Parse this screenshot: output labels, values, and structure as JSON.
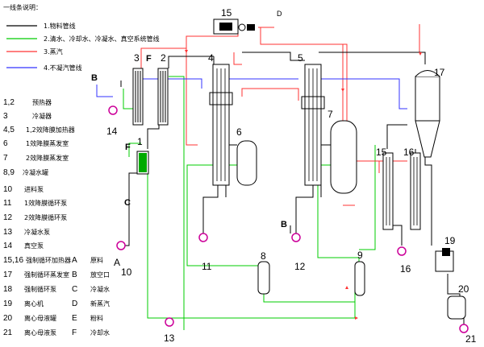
{
  "legend": {
    "title": "一线条说明：",
    "lines": [
      {
        "label": "1.物料管线",
        "color": "#000000"
      },
      {
        "label": "2.清水、冷却水、冷凝水、真空系统管线",
        "color": "#00cc00"
      },
      {
        "label": "3.蒸汽",
        "color": "#ff3333"
      },
      {
        "label": "4.不凝汽管线",
        "color": "#3333ff"
      }
    ]
  },
  "equipment_legend": [
    {
      "id": "1,2",
      "label": "预热器"
    },
    {
      "id": "3",
      "label": "冷凝器"
    },
    {
      "id": "4,5",
      "label": "1,2效降膜加热器"
    },
    {
      "id": "6",
      "label": "1效降膜蒸发室"
    },
    {
      "id": "7",
      "label": "2效降膜蒸发室"
    },
    {
      "id": "8,9",
      "label": "冷凝水罐"
    },
    {
      "id": "10",
      "label": "进料泵"
    },
    {
      "id": "11",
      "label": "1效降膜循环泵"
    },
    {
      "id": "12",
      "label": "2效降膜循环泵"
    },
    {
      "id": "13",
      "label": "冷凝水泵"
    },
    {
      "id": "14",
      "label": "真空泵"
    },
    {
      "id": "15,16",
      "label": "强制循环加热器"
    },
    {
      "id": "17",
      "label": "强制循环蒸发室"
    },
    {
      "id": "18",
      "label": "强制循环泵"
    },
    {
      "id": "19",
      "label": "离心机"
    },
    {
      "id": "20",
      "label": "离心母液罐"
    },
    {
      "id": "21",
      "label": "离心母液泵"
    }
  ],
  "stream_legend": [
    {
      "id": "A",
      "label": "原料"
    },
    {
      "id": "B",
      "label": "放空口"
    },
    {
      "id": "C",
      "label": "冷凝水"
    },
    {
      "id": "D",
      "label": "新蒸汽"
    },
    {
      "id": "E",
      "label": "粉料"
    },
    {
      "id": "F",
      "label": "冷却水"
    }
  ],
  "diagram_labels": {
    "n1": "1",
    "n2": "2",
    "n3": "3",
    "n4": "4",
    "n5": "5",
    "n6": "6",
    "n7": "7",
    "n8": "8",
    "n9": "9",
    "n10": "10",
    "n11": "11",
    "n12": "12",
    "n13": "13",
    "n14": "14",
    "n15": "15",
    "n15b": "15",
    "n16": "16",
    "n16b": "16",
    "n17": "17",
    "n19": "19",
    "n20": "20",
    "n21": "21",
    "A": "A",
    "B": "B",
    "B2": "B",
    "C": "C",
    "D": "D",
    "F1": "F",
    "F2": "F"
  },
  "colors": {
    "material": "#000000",
    "water": "#00cc00",
    "steam": "#ff3333",
    "noncondensable": "#3333ff",
    "pump": "#cc0099"
  }
}
